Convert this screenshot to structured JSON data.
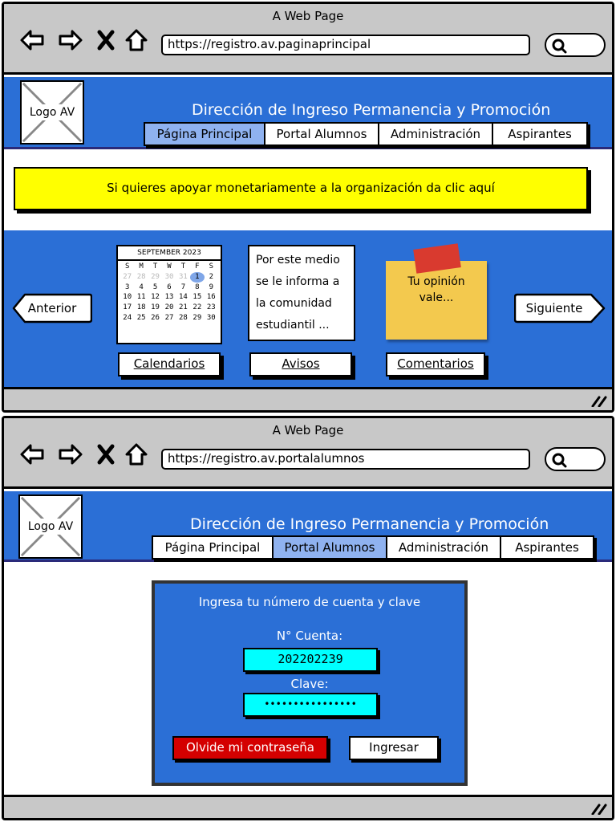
{
  "screen1": {
    "window_title": "A Web Page",
    "url": "https://registro.av.paginaprincipal",
    "logo_label": "Logo AV",
    "site_title": "Dirección de Ingreso Permanencia y Promoción",
    "tabs": [
      {
        "label": "Página Principal",
        "active": true
      },
      {
        "label": "Portal Alumnos",
        "active": false
      },
      {
        "label": "Administración",
        "active": false
      },
      {
        "label": "Aspirantes",
        "active": false
      }
    ],
    "donate_banner": "Si quieres apoyar monetariamente a la organización da clic aquí",
    "prev_label": "Anterior",
    "next_label": "Siguiente",
    "calendar": {
      "month": "SEPTEMBER 2023",
      "weekdays": [
        "S",
        "M",
        "T",
        "W",
        "T",
        "F",
        "S"
      ],
      "days": [
        "27",
        "28",
        "29",
        "30",
        "31",
        "1",
        "2",
        "3",
        "4",
        "5",
        "6",
        "7",
        "8",
        "9",
        "10",
        "11",
        "12",
        "13",
        "14",
        "15",
        "16",
        "17",
        "18",
        "19",
        "20",
        "21",
        "22",
        "23",
        "24",
        "25",
        "26",
        "27",
        "28",
        "29",
        "30"
      ],
      "dim_count": 5,
      "today": "1"
    },
    "notice_lines": [
      "Por este medio",
      "se le informa a",
      "la comunidad",
      "estudiantil ..."
    ],
    "sticky_text": "Tu opinión vale...",
    "links": {
      "calendars": "Calendarios",
      "notices": "Avisos",
      "comments": "Comentarios"
    }
  },
  "screen2": {
    "window_title": "A Web Page",
    "url": "https://registro.av.portalalumnos",
    "logo_label": "Logo AV",
    "site_title": "Dirección de Ingreso Permanencia y Promoción",
    "tabs": [
      {
        "label": "Página Principal",
        "active": false
      },
      {
        "label": "Portal Alumnos",
        "active": true
      },
      {
        "label": "Administración",
        "active": false
      },
      {
        "label": "Aspirantes",
        "active": false
      }
    ],
    "login": {
      "title": "Ingresa tu número de cuenta y clave",
      "account_label": "N° Cuenta:",
      "account_value": "202202239",
      "password_label": "Clave:",
      "password_value": "••••••••••••••••",
      "forgot_label": "Olvide mi contraseña",
      "submit_label": "Ingresar"
    }
  },
  "colors": {
    "brand_blue": "#2b6fd6",
    "active_tab": "#8fb2f0",
    "banner_yellow": "#ffff00",
    "input_cyan": "#00ffff",
    "danger_red": "#d40000",
    "sticky_yellow": "#f3c94e"
  },
  "icons": [
    "back-arrow-icon",
    "forward-arrow-icon",
    "close-icon",
    "home-icon",
    "search-icon",
    "resize-grip-icon",
    "image-placeholder-icon"
  ]
}
